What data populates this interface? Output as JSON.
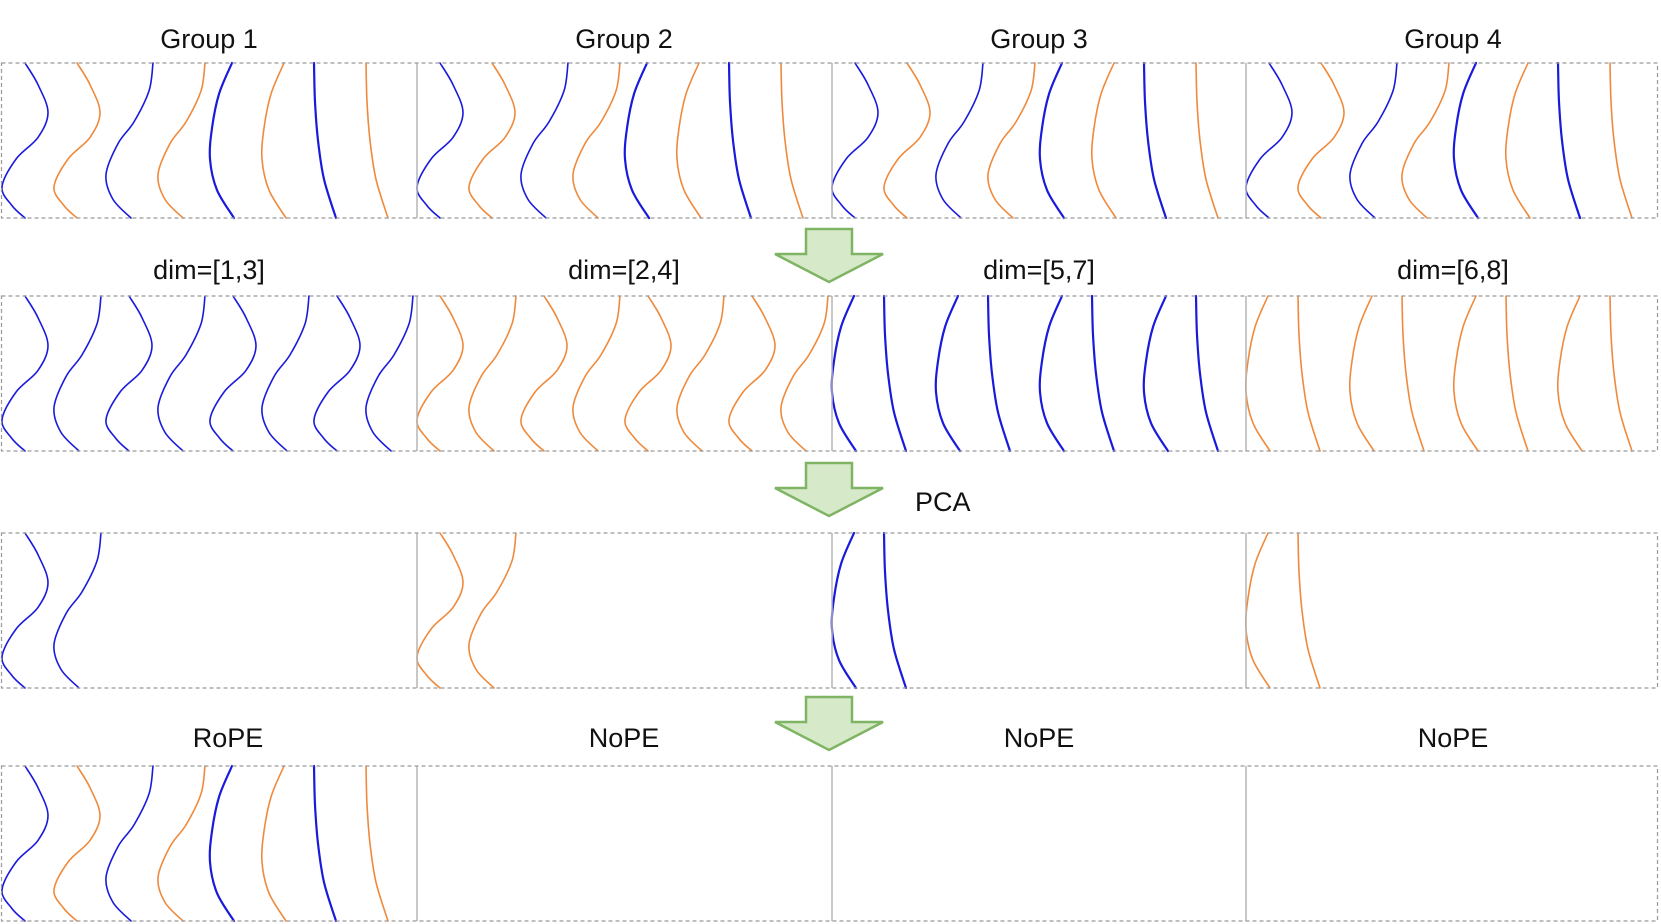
{
  "colors": {
    "blue": "#1a1adc",
    "orange": "#ef8a3c",
    "box_border": "#9a9a9a",
    "divider": "#b5b5b5",
    "arrow_fill": "#d6e9c9",
    "arrow_stroke": "#7fb464"
  },
  "rows": [
    {
      "title": "",
      "labels": [
        "Group 1",
        "Group 2",
        "Group 3",
        "Group 4"
      ],
      "panels": [
        [
          "b1",
          "o1",
          "b2",
          "o2",
          "b3",
          "o3",
          "b4",
          "o4"
        ],
        [
          "b1",
          "o1",
          "b2",
          "o2",
          "b3",
          "o3",
          "b4",
          "o4"
        ],
        [
          "b1",
          "o1",
          "b2",
          "o2",
          "b3",
          "o3",
          "b4",
          "o4"
        ],
        [
          "b1",
          "o1",
          "b2",
          "o2",
          "b3",
          "o3",
          "b4",
          "o4"
        ]
      ]
    },
    {
      "title": "",
      "labels": [
        "dim=[1,3]",
        "dim=[2,4]",
        "dim=[5,7]",
        "dim=[6,8]"
      ],
      "panels": [
        [
          "b1",
          "b2",
          "b1",
          "b2",
          "b1",
          "b2",
          "b1",
          "b2"
        ],
        [
          "o1",
          "o2",
          "o1",
          "o2",
          "o1",
          "o2",
          "o1",
          "o2"
        ],
        [
          "b3",
          "b4",
          "b3",
          "b4",
          "b3",
          "b4",
          "b3",
          "b4"
        ],
        [
          "o3",
          "o4",
          "o3",
          "o4",
          "o3",
          "o4",
          "o3",
          "o4"
        ]
      ]
    },
    {
      "title": "",
      "labels": [
        "",
        "",
        "",
        ""
      ],
      "panels": [
        [
          "b1",
          "b2"
        ],
        [
          "o1",
          "o2"
        ],
        [
          "b3",
          "b4"
        ],
        [
          "o3",
          "o4"
        ]
      ]
    },
    {
      "title": "",
      "labels": [
        "RoPE",
        "NoPE",
        "NoPE",
        "NoPE"
      ],
      "panels": [
        [
          "b1",
          "o1",
          "b2",
          "o2",
          "b3",
          "o3",
          "b4",
          "o4"
        ],
        [],
        [],
        []
      ]
    }
  ],
  "arrows": [
    {
      "label": ""
    },
    {
      "label": "PCA"
    },
    {
      "label": ""
    }
  ]
}
